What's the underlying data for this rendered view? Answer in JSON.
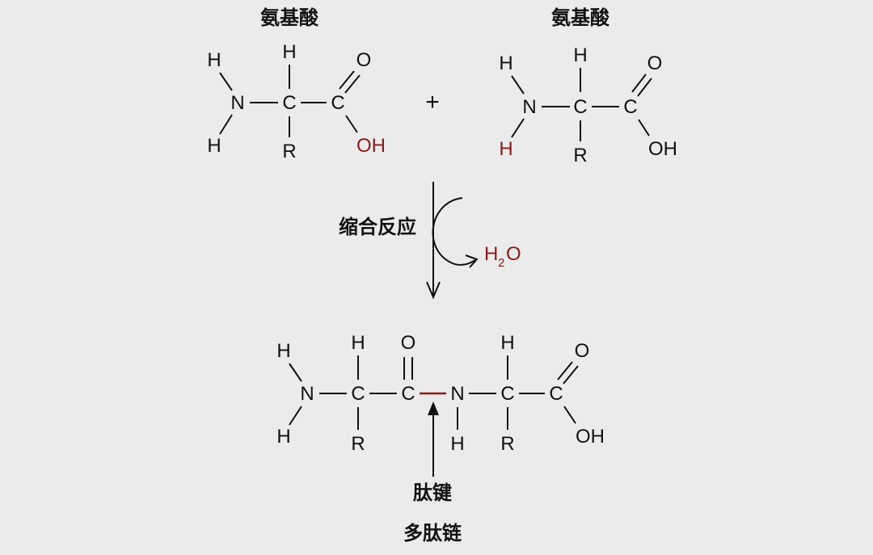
{
  "labels": {
    "amino_acid_left": "氨基酸",
    "amino_acid_right": "氨基酸",
    "plus": "+",
    "reaction": "缩合反应",
    "water_h": "H",
    "water_sub": "2",
    "water_o": "O",
    "peptide_bond": "肽键",
    "polypeptide": "多肽链"
  },
  "atoms": {
    "H": "H",
    "N": "N",
    "C": "C",
    "O": "O",
    "R": "R",
    "OH": "OH"
  },
  "colors": {
    "background": "#ebebeb",
    "ink": "#111111",
    "highlight": "#8b1a1a"
  }
}
